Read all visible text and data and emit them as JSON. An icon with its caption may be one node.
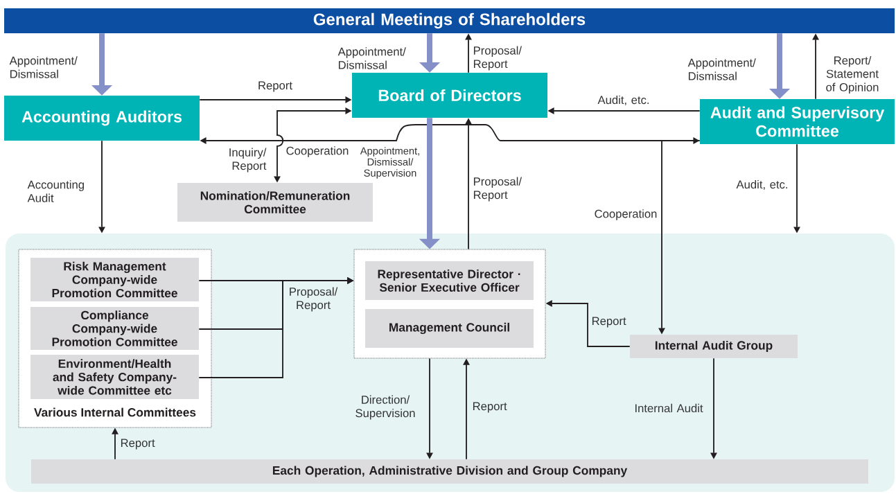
{
  "diagram": {
    "nodes": [
      {
        "text": [
          "General Meetings of Shareholders"
        ]
      },
      {
        "text": [
          "Accounting Auditors"
        ]
      },
      {
        "text": [
          "Board of Directors"
        ]
      },
      {
        "text": [
          "Audit and Supervisory Committee"
        ]
      },
      {
        "text": [
          "Nomination/Remuneration Committee"
        ]
      },
      {
        "text": [],
        "shape": "box"
      },
      {
        "text": [
          "Various Internal Committees"
        ],
        "in": 5
      },
      {
        "text": [
          "Risk Management Company-wide Promotion Committee"
        ],
        "in": 6
      },
      {
        "text": [
          "Compliance Company-wide Promotion Committee"
        ],
        "in": 6
      },
      {
        "text": [
          "Environment/Health and Safety Company-wide Committee etc"
        ],
        "in": 6
      },
      {
        "text": [],
        "shape": "box",
        "in": 5
      },
      {
        "text": [
          "Representative Director · Senior Executive Officer"
        ],
        "in": 10
      },
      {
        "text": [
          "Management Council"
        ],
        "in": 10
      },
      {
        "text": [
          "Internal Audit Group"
        ],
        "in": 5
      },
      {
        "text": [
          "Each Operation, Administrative Division and Group Company"
        ],
        "in": 5
      }
    ],
    "edges": [
      {
        "from": 0,
        "to": 1,
        "arrow": "to",
        "label": "Appointment/ Dismissal",
        "style": "thick",
        "color": "#8590c8"
      },
      {
        "from": 0,
        "to": 2,
        "arrow": "to",
        "label": "Appointment/ Dismissal",
        "style": "thick",
        "color": "#8590c8"
      },
      {
        "from": 2,
        "to": 0,
        "arrow": "to",
        "label": "Proposal/ Report"
      },
      {
        "from": 0,
        "to": 3,
        "arrow": "to",
        "label": "Appointment/ Dismissal",
        "style": "thick",
        "color": "#8590c8"
      },
      {
        "from": 3,
        "to": 0,
        "arrow": "to",
        "label": "Report/ Statement of Opinion"
      },
      {
        "from": 1,
        "to": 2,
        "arrow": "to",
        "label": "Report"
      },
      {
        "from": 3,
        "to": 2,
        "arrow": "to",
        "label": "Audit, etc."
      },
      {
        "from": 2,
        "to": 4,
        "arrow": "both",
        "label": "Cooperation"
      },
      {
        "from": 1,
        "to": 3,
        "arrow": "both",
        "label": "Inquiry/ Report"
      },
      {
        "from": 3,
        "to": 13,
        "arrow": "to",
        "label": "Cooperation"
      },
      {
        "from": 1,
        "to": 5,
        "arrow": "to",
        "label": "Accounting Audit"
      },
      {
        "from": 3,
        "to": 5,
        "arrow": "to",
        "label": "Audit, etc."
      },
      {
        "from": 2,
        "to": 10,
        "arrow": "to",
        "label": "Appointment, Dismissal/ Supervision",
        "style": "thick",
        "color": "#8590c8"
      },
      {
        "from": 10,
        "to": 2,
        "arrow": "to",
        "label": "Proposal/ Report"
      },
      {
        "from": 7,
        "to": 10,
        "arrow": "to",
        "label": "Proposal/ Report"
      },
      {
        "from": 8,
        "to": 10,
        "arrow": "to"
      },
      {
        "from": 9,
        "to": 10,
        "arrow": "to"
      },
      {
        "from": 13,
        "to": 10,
        "arrow": "to",
        "label": "Report"
      },
      {
        "from": 10,
        "to": 14,
        "arrow": "to",
        "label": "Direction/ Supervision"
      },
      {
        "from": 14,
        "to": 10,
        "arrow": "to",
        "label": "Report"
      },
      {
        "from": 13,
        "to": 14,
        "arrow": "to",
        "label": "Internal Audit"
      },
      {
        "from": 14,
        "to": 6,
        "arrow": "to",
        "label": "Report"
      }
    ]
  }
}
